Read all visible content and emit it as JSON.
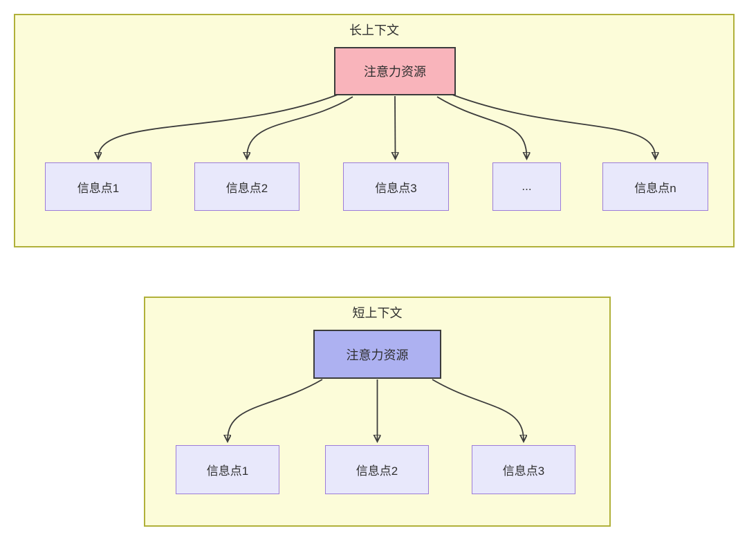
{
  "colors": {
    "container_fill": "#fcfcd9",
    "container_border": "#b0b039",
    "attention_long_fill": "#f9b4bb",
    "attention_short_fill": "#adb1f1",
    "attention_border": "#3b3b3b",
    "info_fill": "#e8e8fb",
    "info_border": "#9b7bd8",
    "arrow": "#3b3b3b",
    "text": "#2f2f2f"
  },
  "long_context": {
    "title": "长上下文",
    "attention_label": "注意力资源",
    "items": [
      "信息点1",
      "信息点2",
      "信息点3",
      "...",
      "信息点n"
    ]
  },
  "short_context": {
    "title": "短上下文",
    "attention_label": "注意力资源",
    "items": [
      "信息点1",
      "信息点2",
      "信息点3"
    ]
  }
}
